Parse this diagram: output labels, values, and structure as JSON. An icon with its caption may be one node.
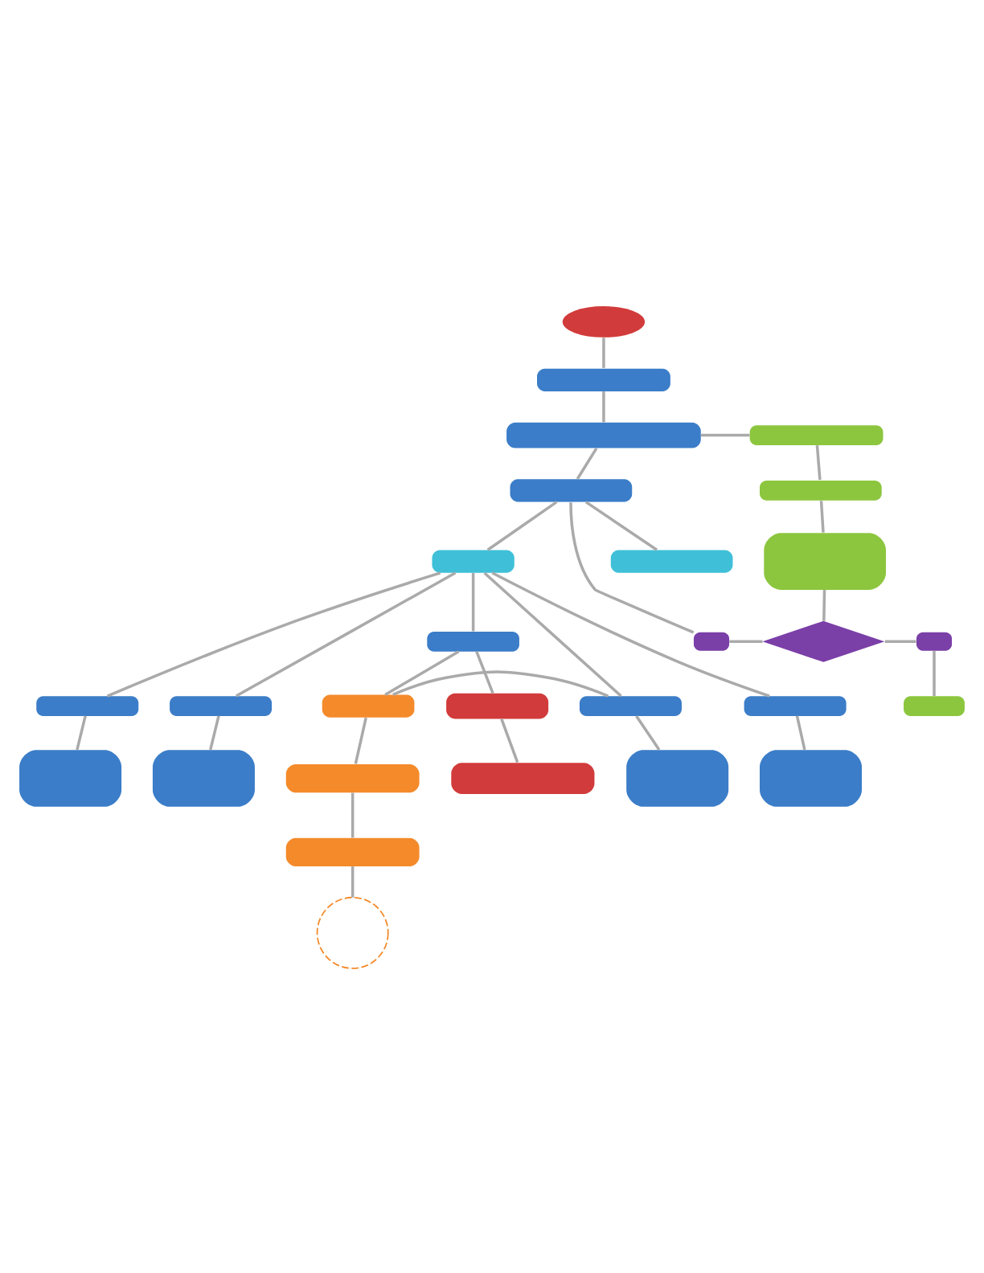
{
  "diagram": {
    "nodes": [
      {
        "text": [],
        "shape": "ellipse"
      },
      {
        "text": [],
        "shape": "box"
      },
      {
        "text": [],
        "shape": "box"
      },
      {
        "text": [],
        "shape": "box"
      },
      {
        "text": [],
        "shape": "box"
      },
      {
        "text": [],
        "shape": "box"
      },
      {
        "text": [],
        "shape": "box"
      },
      {
        "text": [],
        "shape": "box"
      },
      {
        "text": [],
        "shape": "box"
      },
      {
        "text": [],
        "shape": "box"
      },
      {
        "text": [],
        "shape": "diamond"
      },
      {
        "text": [],
        "shape": "box"
      },
      {
        "text": [],
        "shape": "box"
      },
      {
        "text": [],
        "shape": "box"
      },
      {
        "text": [],
        "shape": "box"
      },
      {
        "text": [],
        "shape": "box"
      },
      {
        "text": [],
        "shape": "box"
      },
      {
        "text": [],
        "shape": "box"
      },
      {
        "text": [],
        "shape": "box"
      },
      {
        "text": [],
        "shape": "box"
      },
      {
        "text": [],
        "shape": "box"
      },
      {
        "text": [],
        "shape": "box"
      },
      {
        "text": [],
        "shape": "box"
      },
      {
        "text": [],
        "shape": "box"
      },
      {
        "text": [],
        "shape": "box"
      },
      {
        "text": [],
        "shape": "circle"
      },
      {
        "text": [],
        "shape": "box"
      },
      {
        "text": [],
        "shape": "box"
      }
    ],
    "edges": [
      {
        "from": 0,
        "to": 1,
        "arrow": "none"
      },
      {
        "from": 1,
        "to": 2,
        "arrow": "none"
      },
      {
        "from": 2,
        "to": 3,
        "arrow": "none"
      },
      {
        "from": 3,
        "to": 4,
        "arrow": "none"
      },
      {
        "from": 4,
        "to": 5,
        "arrow": "none"
      },
      {
        "from": 5,
        "to": 10,
        "arrow": "none"
      },
      {
        "from": 2,
        "to": 6,
        "arrow": "none"
      },
      {
        "from": 6,
        "to": 7,
        "arrow": "none"
      },
      {
        "from": 6,
        "to": 8,
        "arrow": "none"
      },
      {
        "from": 6,
        "to": 9,
        "arrow": "none"
      },
      {
        "from": 9,
        "to": 10,
        "arrow": "none"
      },
      {
        "from": 10,
        "to": 11,
        "arrow": "none"
      },
      {
        "from": 11,
        "to": 12,
        "arrow": "none"
      },
      {
        "from": 8,
        "to": 13,
        "arrow": "none"
      },
      {
        "from": 8,
        "to": 15,
        "arrow": "none"
      },
      {
        "from": 8,
        "to": 16,
        "arrow": "none"
      },
      {
        "from": 8,
        "to": 17,
        "arrow": "none"
      },
      {
        "from": 8,
        "to": 18,
        "arrow": "none"
      },
      {
        "from": 13,
        "to": 14,
        "arrow": "none"
      },
      {
        "from": 14,
        "to": 15,
        "arrow": "none"
      },
      {
        "from": 14,
        "to": 19,
        "arrow": "none"
      },
      {
        "from": 19,
        "to": 24,
        "arrow": "none"
      },
      {
        "from": 24,
        "to": 25,
        "arrow": "none"
      },
      {
        "from": 13,
        "to": 26,
        "arrow": "none"
      },
      {
        "from": 26,
        "to": 27,
        "arrow": "none"
      },
      {
        "from": 15,
        "to": 20,
        "arrow": "none"
      },
      {
        "from": 16,
        "to": 21,
        "arrow": "none"
      },
      {
        "from": 17,
        "to": 22,
        "arrow": "none"
      },
      {
        "from": 18,
        "to": 23,
        "arrow": "none"
      }
    ]
  }
}
